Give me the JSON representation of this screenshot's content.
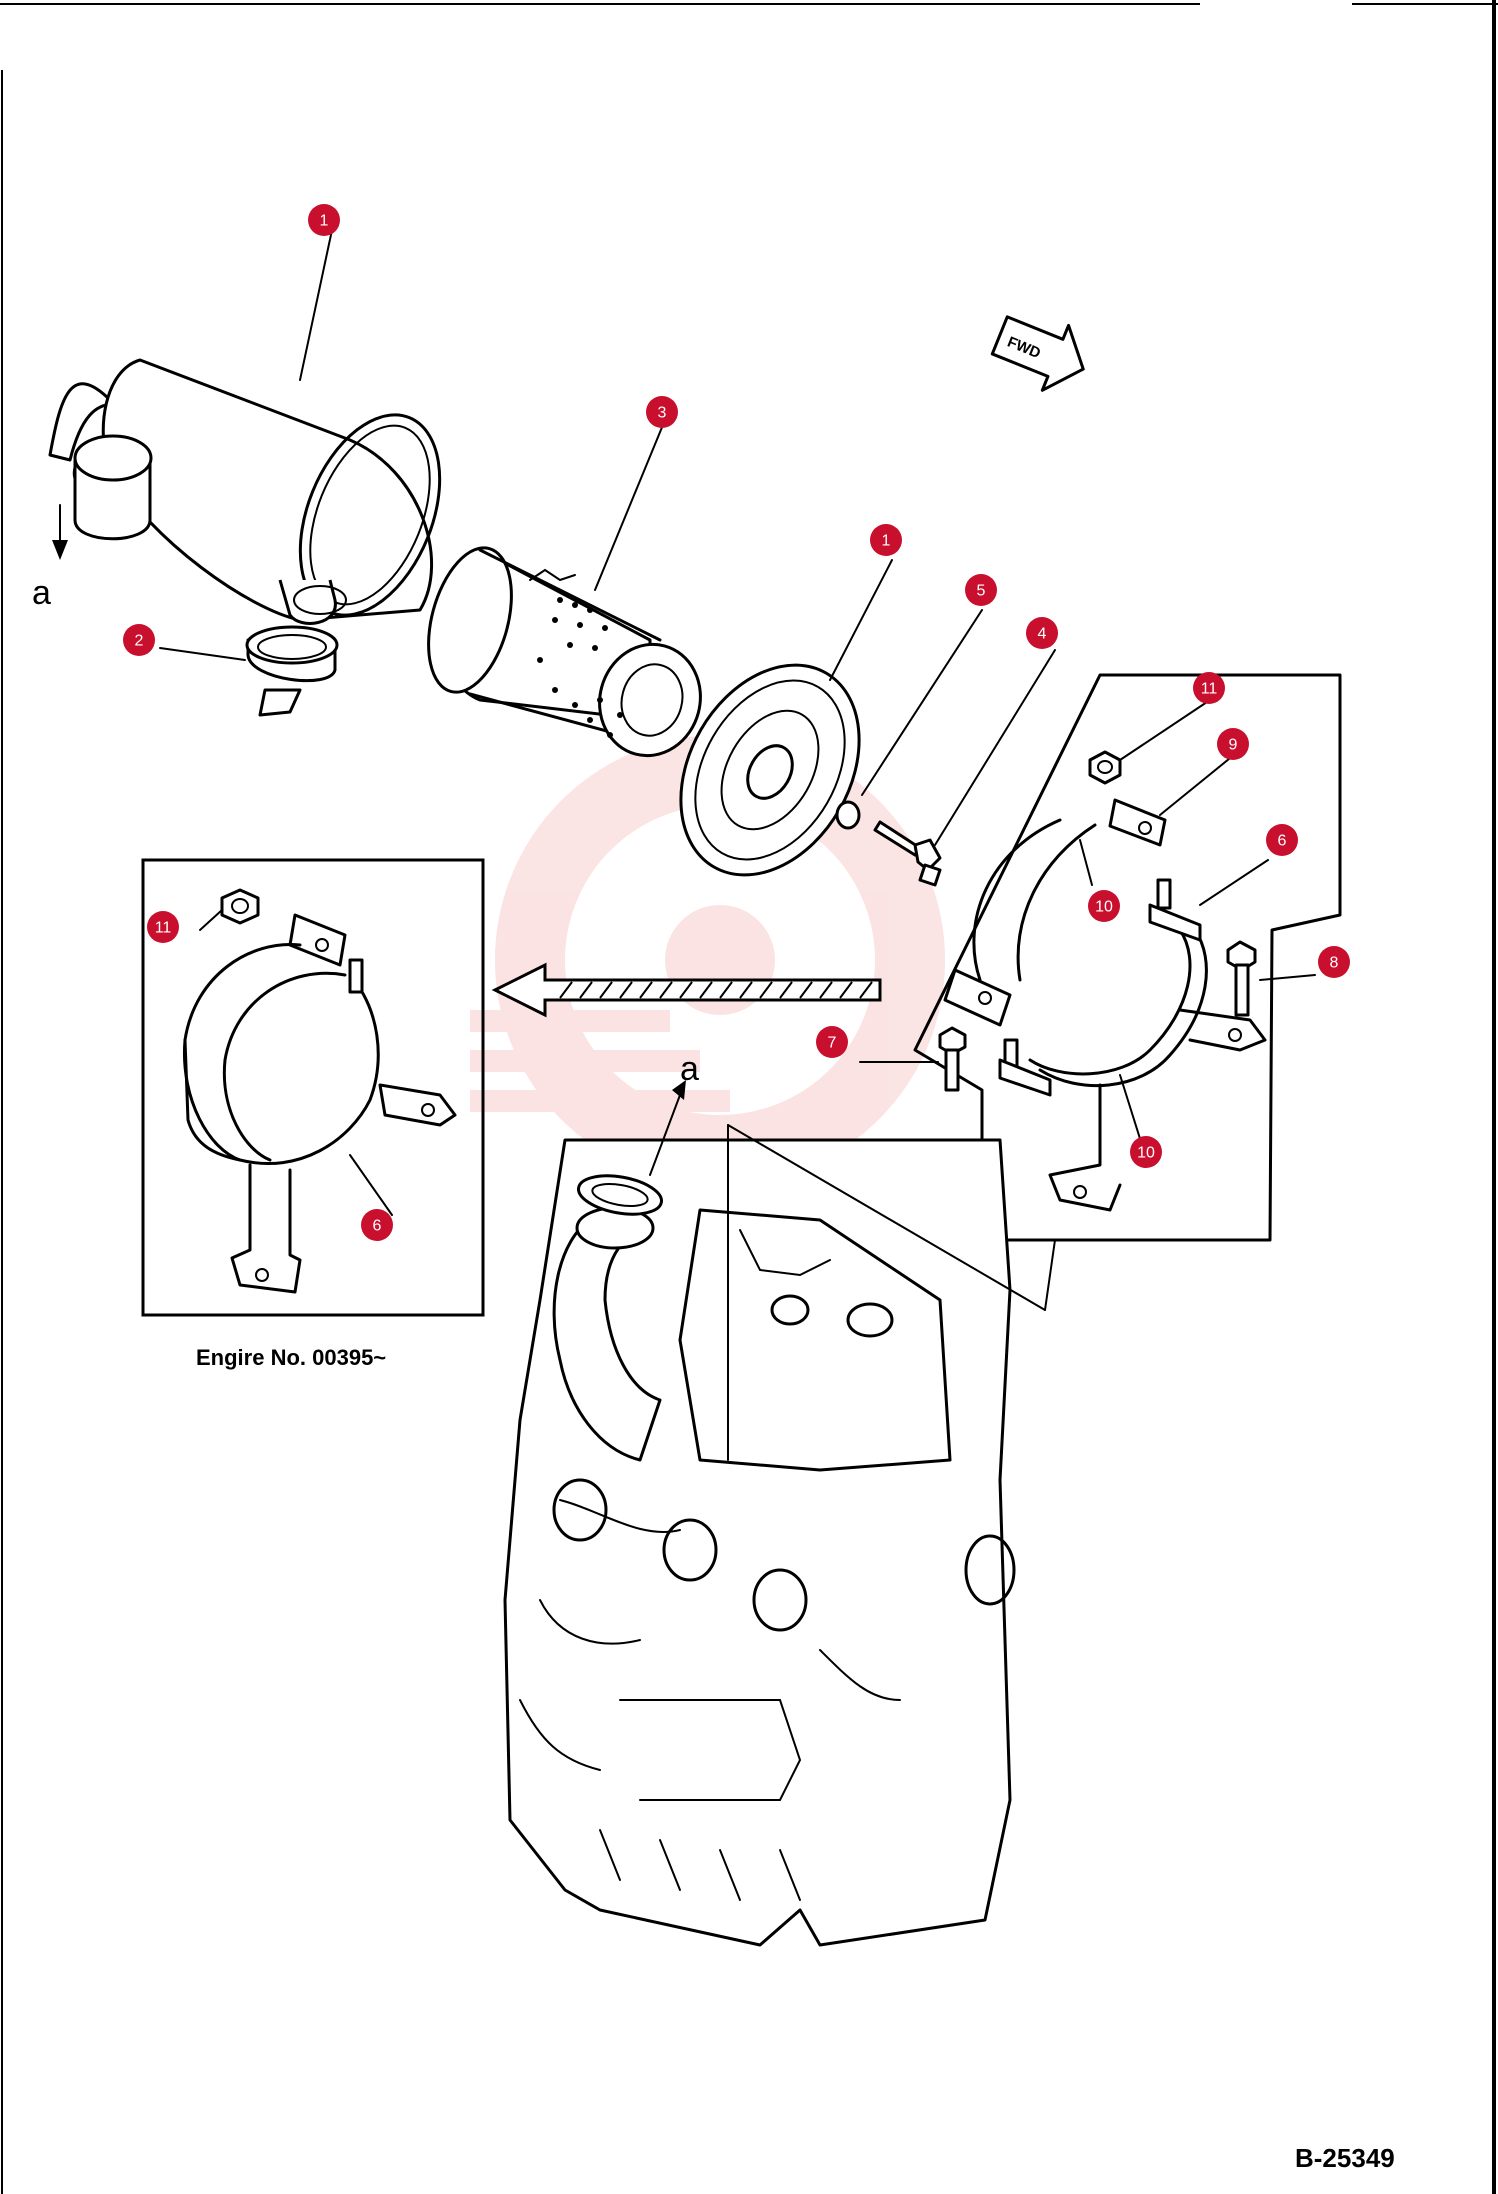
{
  "callouts": [
    {
      "id": "c1a",
      "label": "1"
    },
    {
      "id": "c3",
      "label": "3"
    },
    {
      "id": "c1b",
      "label": "1"
    },
    {
      "id": "c5",
      "label": "5"
    },
    {
      "id": "c4",
      "label": "4"
    },
    {
      "id": "c2",
      "label": "2"
    },
    {
      "id": "c11a",
      "label": "11"
    },
    {
      "id": "c9",
      "label": "9"
    },
    {
      "id": "c6a",
      "label": "6"
    },
    {
      "id": "c10a",
      "label": "10"
    },
    {
      "id": "c8",
      "label": "8"
    },
    {
      "id": "c7",
      "label": "7"
    },
    {
      "id": "c10b",
      "label": "10"
    },
    {
      "id": "c11b",
      "label": "11"
    },
    {
      "id": "c6b",
      "label": "6"
    }
  ],
  "markers": {
    "a_left": "a",
    "a_center": "a"
  },
  "fwd_label": "FWD",
  "inset_caption": "Engire No. 00395~",
  "figure_id": "B-25349"
}
